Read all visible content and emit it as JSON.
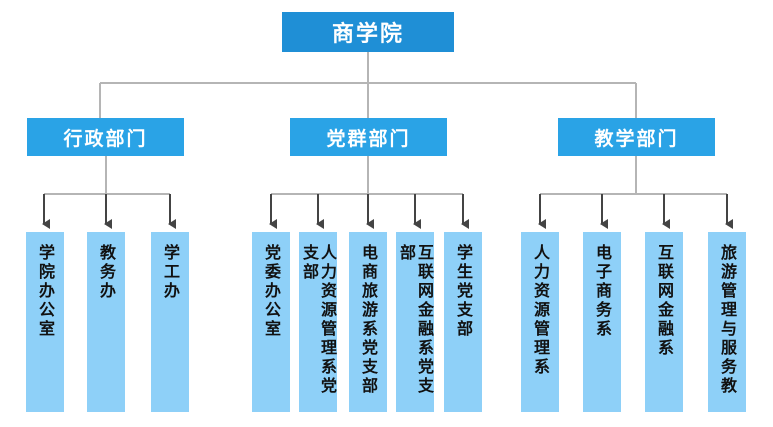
{
  "root": {
    "label": "商学院"
  },
  "departments": [
    {
      "label": "行政部门",
      "units": [
        "学院办公室",
        "教务办",
        "学工办"
      ]
    },
    {
      "label": "党群部门",
      "units": [
        "党委办公室",
        "人力资源管理系党支部",
        "电商旅游系党支部",
        "互联网金融系党支部",
        "学生党支部"
      ]
    },
    {
      "label": "教学部门",
      "units": [
        "人力资源管理系",
        "电子商务系",
        "互联网金融系",
        "旅游管理与服务教"
      ]
    }
  ],
  "colors": {
    "root": "#1f8fd6",
    "department": "#2aa3e6",
    "unit": "#8ed0f8",
    "connector": "#b5b5b5"
  }
}
